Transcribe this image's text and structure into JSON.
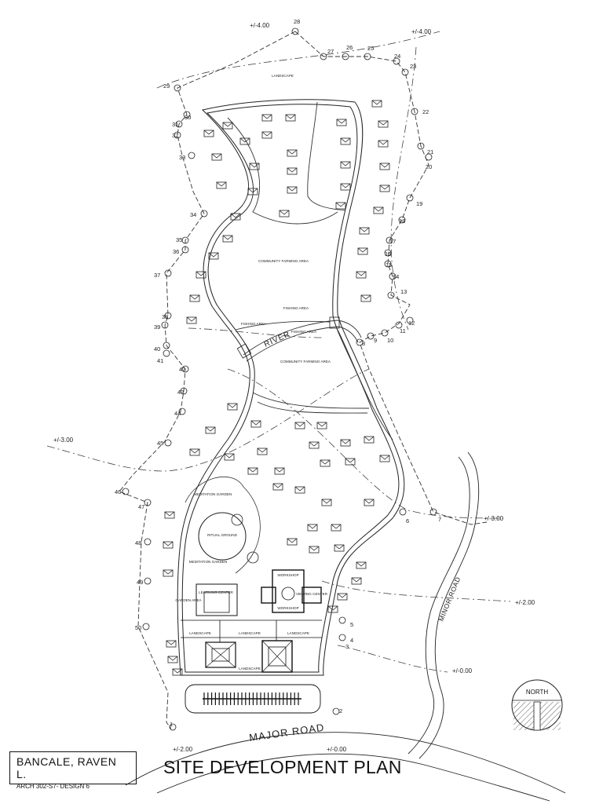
{
  "title_block": {
    "author": "BANCALE, RAVEN L.",
    "course": "ARCH 302-S7- DESIGN 6",
    "sheet_title": "SITE DEVELOPMENT PLAN"
  },
  "north": {
    "label": "NORTH"
  },
  "roads": {
    "major": "MAJOR ROAD",
    "minor": "MINOR ROAD"
  },
  "river": "RIVER",
  "elevations": [
    "+/-4.00",
    "+/-4.00",
    "+/-3.00",
    "+/-3.00",
    "+/-2.00",
    "+/-0.00",
    "+/-2.00",
    "+/-0.00"
  ],
  "survey_points": [
    "1",
    "2",
    "3",
    "4",
    "5",
    "6",
    "7",
    "8",
    "9",
    "10",
    "11",
    "12",
    "13",
    "14",
    "15",
    "16",
    "17",
    "18",
    "19",
    "20",
    "21",
    "22",
    "23",
    "24",
    "25",
    "26",
    "27",
    "28",
    "29",
    "30",
    "31",
    "32",
    "33",
    "34",
    "35",
    "36",
    "37",
    "38",
    "39",
    "40",
    "41",
    "42",
    "43",
    "44",
    "45",
    "46",
    "47",
    "48",
    "49",
    "50"
  ],
  "zones": {
    "landscape_top": "LANDSCAPE",
    "community_farming_1": "COMMUNITY FARMING AREA",
    "community_farming_2": "COMMUNITY FARMING AREA",
    "fishing_area_1": "FISHING AREA",
    "fishing_area_2": "FISHING AREA",
    "fishing_area_3": "FISHING AREA",
    "meditation_garden_1": "MEDITATION GARDEN",
    "meditation_garden_2": "MEDITATION GARDEN",
    "ritual_ground": "RITUAL GROUND",
    "garden_area": "GARDEN AREA",
    "learning_center": "LEARNING CENTER",
    "workshop_1": "WORKSHOP",
    "workshop_2": "WORKSHOP",
    "viewing_center": "VIEWING CENTER",
    "landscape_a": "LANDSCAPE",
    "landscape_b": "LANDSCAPE",
    "landscape_c": "LANDSCAPE",
    "landscape_d": "LANDSCAPE"
  }
}
